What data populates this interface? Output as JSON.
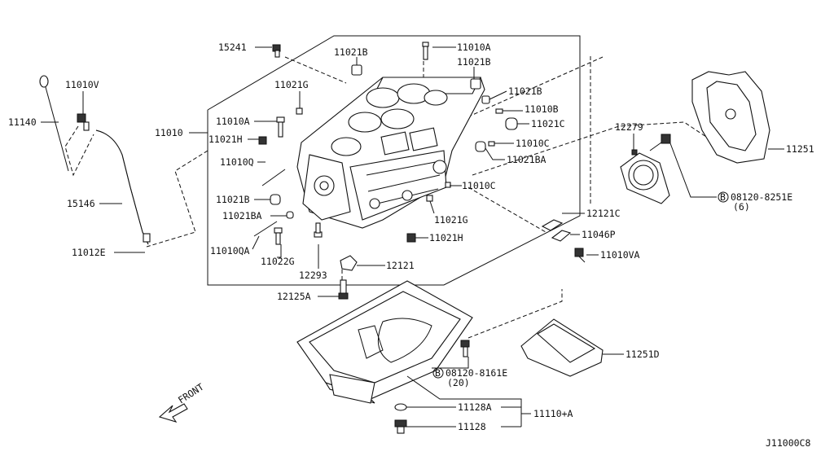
{
  "diagram_code": "J11000C8",
  "front_label": "FRONT",
  "parts": {
    "p15241": "15241",
    "p11010A_top": "11010A",
    "p11021B_top": "11021B",
    "p11021B_mid": "11021B",
    "p11021G_top": "11021G",
    "p11021B_right": "11021B",
    "p11010B": "11010B",
    "p11021C": "11021C",
    "p11010C_right": "11010C",
    "p11021BA_right": "11021BA",
    "p11010A_left": "11010A",
    "p11021H_left": "11021H",
    "p11010": "11010",
    "p11010Q": "11010Q",
    "p11021B_left": "11021B",
    "p11021BA_left": "11021BA",
    "p11010QA": "11010QA",
    "p11022G": "11022G",
    "p12293": "12293",
    "p11010C_bottom": "11010C",
    "p11021G_bottom": "11021G",
    "p11021H_bottom": "11021H",
    "p12279": "12279",
    "p11251": "11251",
    "p08120_8251E": "08120-8251E",
    "p08120_8251E_qty": "(6)",
    "p12121C": "12121C",
    "p11046P": "11046P",
    "p11010VA": "11010VA",
    "p12121": "12121",
    "p12125A": "12125A",
    "p11251D": "11251D",
    "p08120_8161E": "08120-8161E",
    "p08120_8161E_qty": "(20)",
    "p11128A": "11128A",
    "p11128": "11128",
    "p11110A": "11110+A",
    "p11010V": "11010V",
    "p11140": "11140",
    "p15146": "15146",
    "p11012E": "11012E"
  },
  "bolt_marker": "B"
}
